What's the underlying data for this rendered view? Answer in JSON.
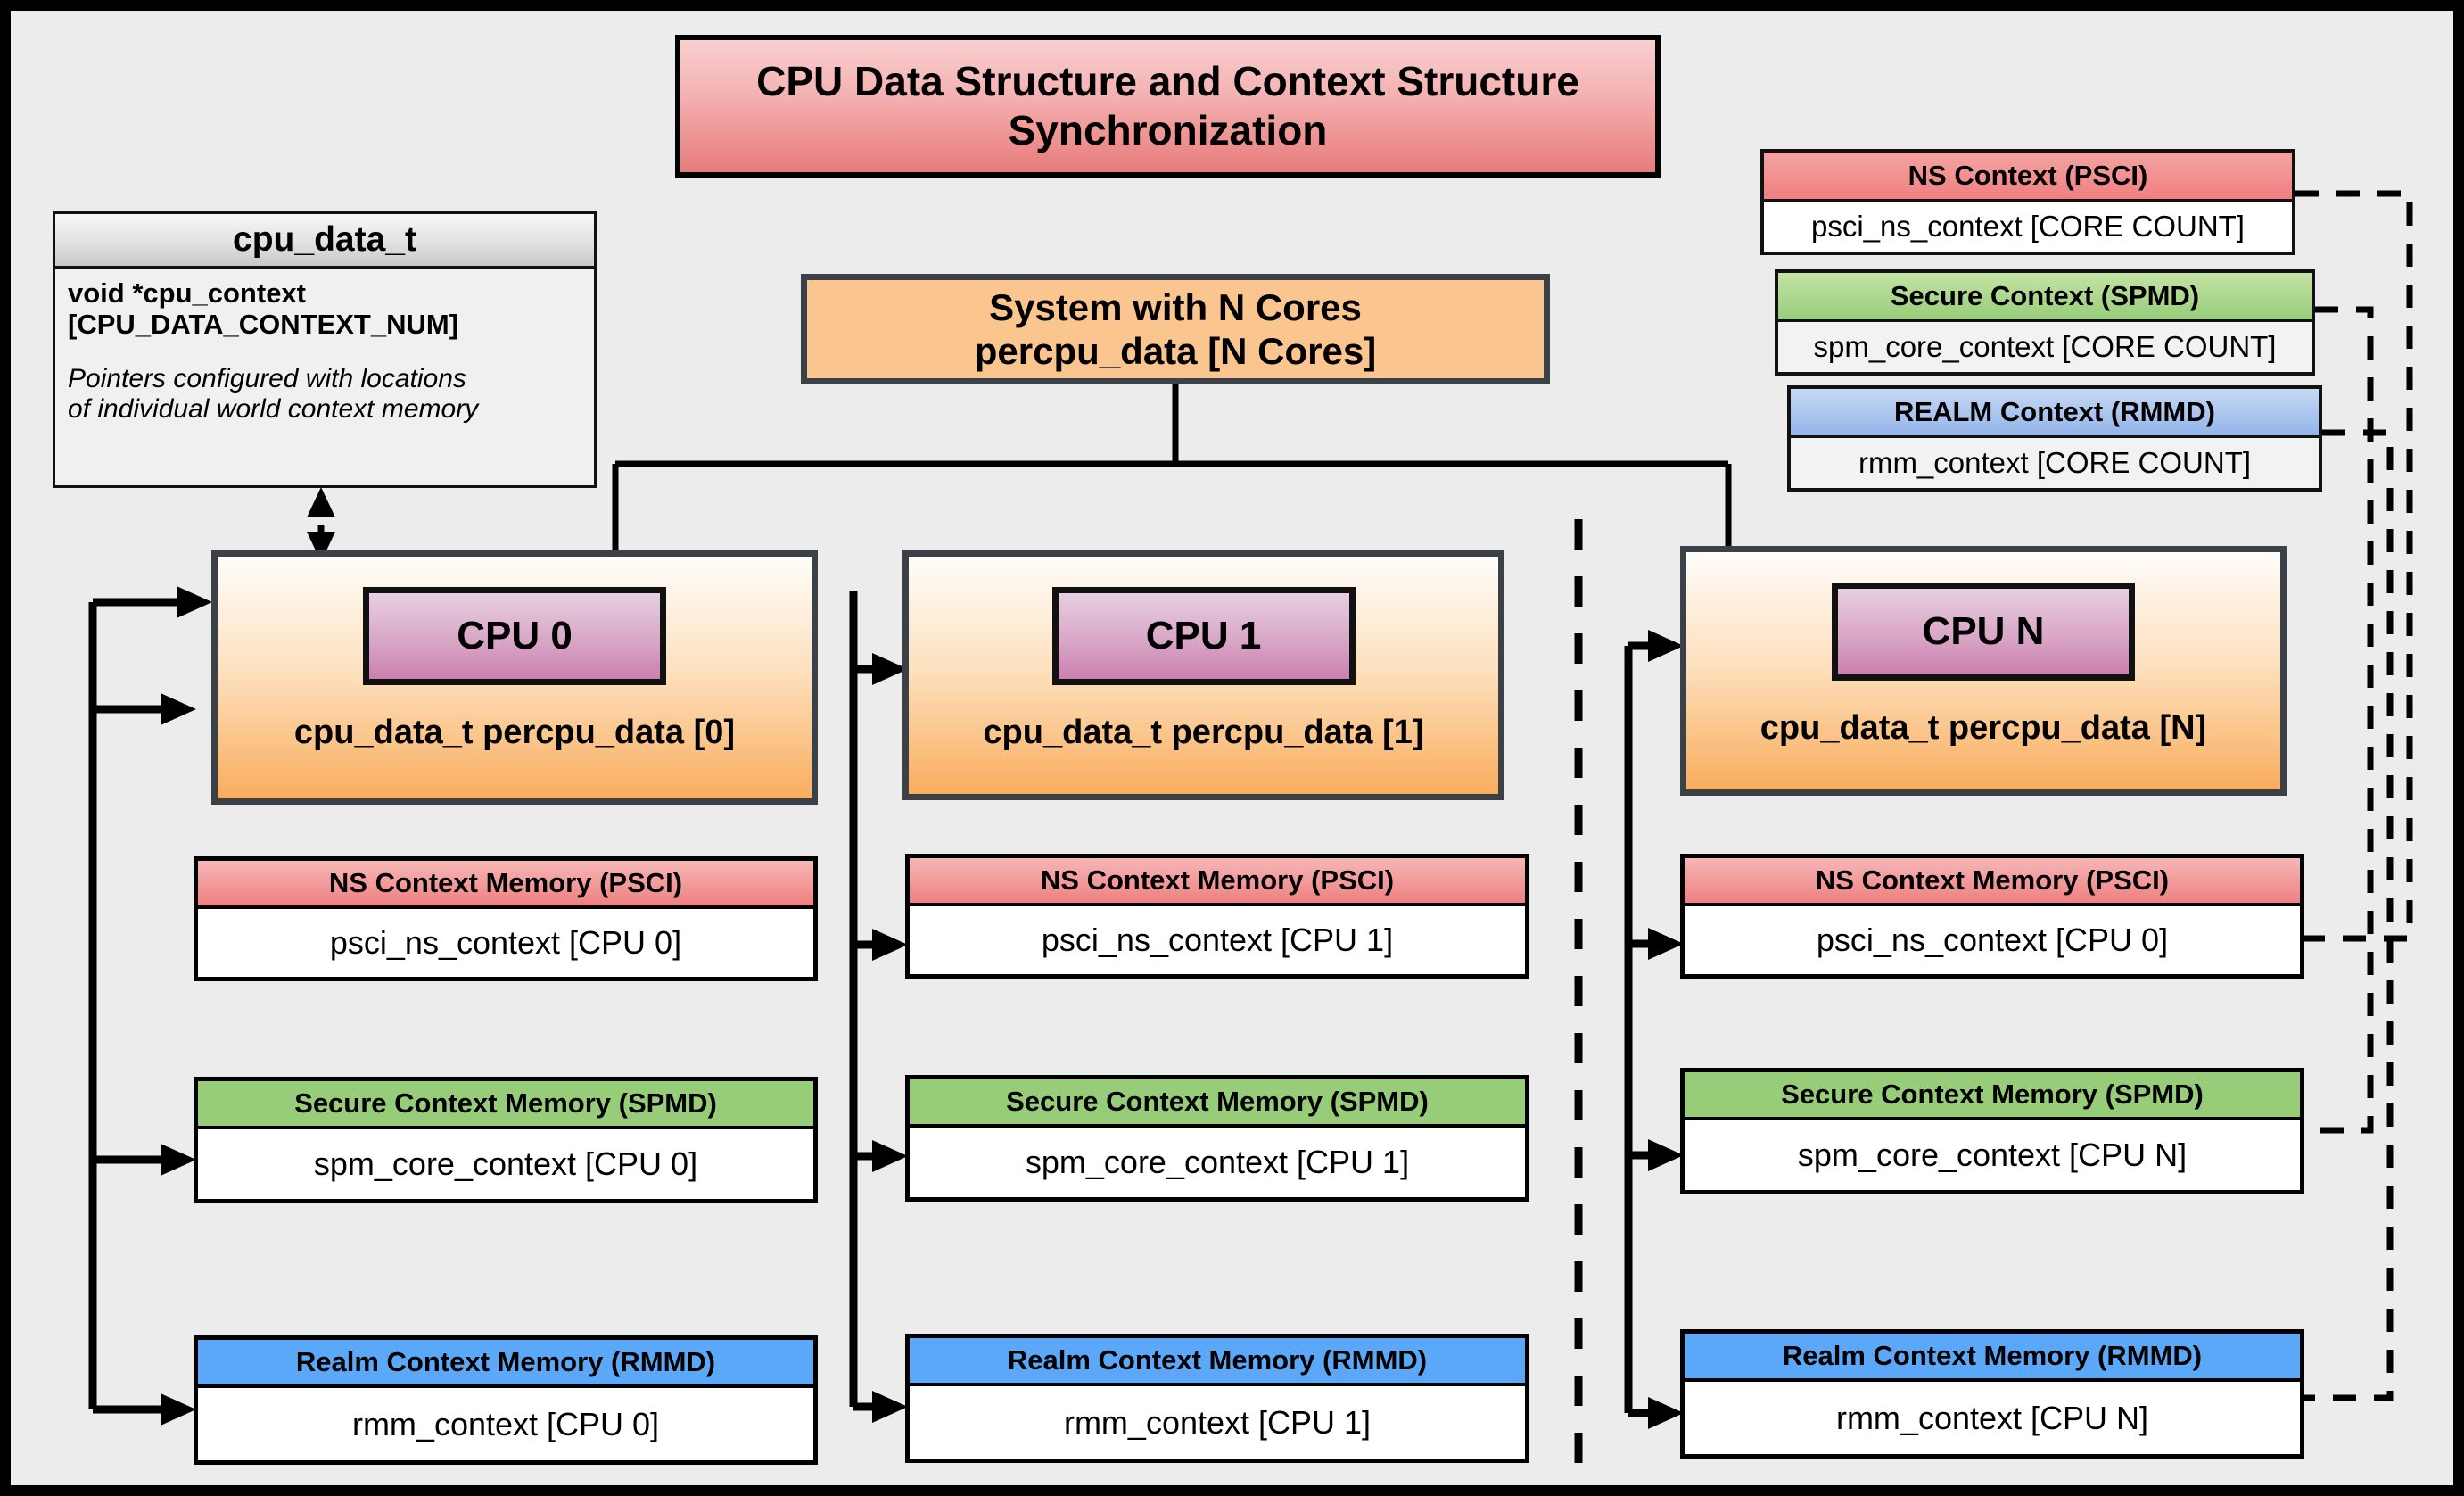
{
  "title": "CPU Data Structure and Context Structure Synchronization",
  "struct": {
    "name": "cpu_data_t",
    "field_line1": "void  *cpu_context",
    "field_line2": "[CPU_DATA_CONTEXT_NUM]",
    "note_line1": "Pointers configured with locations",
    "note_line2": "of individual world context memory"
  },
  "system": {
    "line1": "System with N Cores",
    "line2": "percpu_data [N Cores]"
  },
  "global_contexts": [
    {
      "header": "NS Context  (PSCI)",
      "value": "psci_ns_context [CORE COUNT]"
    },
    {
      "header": "Secure Context (SPMD)",
      "value": "spm_core_context [CORE COUNT]"
    },
    {
      "header": "REALM Context (RMMD)",
      "value": "rmm_context [CORE COUNT]"
    }
  ],
  "cpus": [
    {
      "chip": "CPU 0",
      "label": "cpu_data_t percpu_data [0]",
      "contexts": [
        {
          "header": "NS Context Memory (PSCI)",
          "value": "psci_ns_context [CPU 0]"
        },
        {
          "header": "Secure Context Memory (SPMD)",
          "value": "spm_core_context [CPU 0]"
        },
        {
          "header": "Realm Context Memory (RMMD)",
          "value": "rmm_context [CPU 0]"
        }
      ]
    },
    {
      "chip": "CPU 1",
      "label": "cpu_data_t percpu_data [1]",
      "contexts": [
        {
          "header": "NS Context Memory (PSCI)",
          "value": "psci_ns_context [CPU 1]"
        },
        {
          "header": "Secure Context Memory (SPMD)",
          "value": "spm_core_context [CPU 1]"
        },
        {
          "header": "Realm Context Memory (RMMD)",
          "value": "rmm_context [CPU 1]"
        }
      ]
    },
    {
      "chip": "CPU N",
      "label": "cpu_data_t percpu_data [N]",
      "contexts": [
        {
          "header": "NS Context Memory (PSCI)",
          "value": "psci_ns_context [CPU 0]"
        },
        {
          "header": "Secure Context Memory (SPMD)",
          "value": "spm_core_context [CPU N]"
        },
        {
          "header": "Realm Context Memory (RMMD)",
          "value": "rmm_context [CPU N]"
        }
      ]
    }
  ],
  "colors": {
    "ns_accent": "#ef8080",
    "secure_accent": "#97cd79",
    "realm_accent": "#5aa8f7",
    "cpu_accent": "#f9ad5e",
    "chip_accent": "#cb7fae",
    "title_accent": "#e87b7b",
    "background": "#ececec"
  }
}
